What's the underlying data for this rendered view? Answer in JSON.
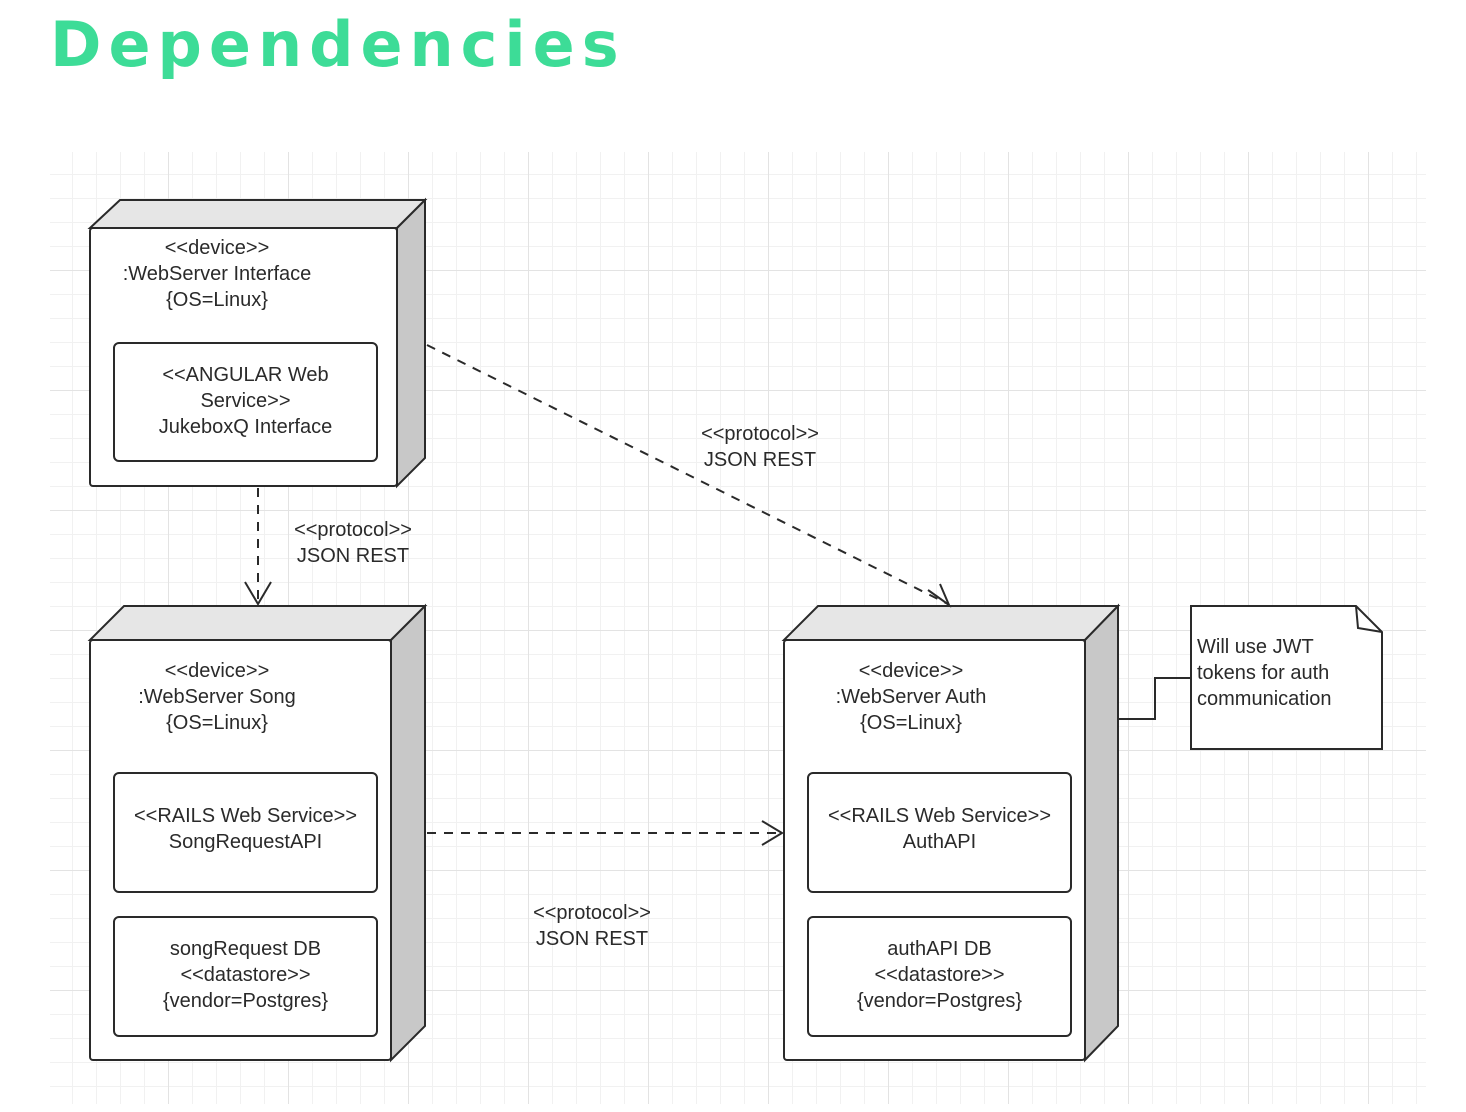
{
  "title": "Dependencies",
  "colors": {
    "title": "#3ddc97",
    "stroke": "#2a2a2a",
    "node_side": "#c8c8c8",
    "node_top": "#e6e6e6"
  },
  "nodes": {
    "interface": {
      "stereotype": "<<device>>",
      "name": ":WebServer Interface",
      "props": "{OS=Linux}",
      "components": [
        {
          "lines": [
            "<<ANGULAR Web",
            "Service>>",
            "JukeboxQ Interface"
          ]
        }
      ]
    },
    "song": {
      "stereotype": "<<device>>",
      "name": ":WebServer Song",
      "props": "{OS=Linux}",
      "components": [
        {
          "lines": [
            "<<RAILS Web Service>>",
            "SongRequestAPI"
          ]
        },
        {
          "lines": [
            "songRequest DB",
            "<<datastore>>",
            "{vendor=Postgres}"
          ]
        }
      ]
    },
    "auth": {
      "stereotype": "<<device>>",
      "name": ":WebServer Auth",
      "props": "{OS=Linux}",
      "components": [
        {
          "lines": [
            "<<RAILS Web Service>>",
            "AuthAPI"
          ]
        },
        {
          "lines": [
            "authAPI DB",
            "<<datastore>>",
            "{vendor=Postgres}"
          ]
        }
      ]
    }
  },
  "edges": {
    "interface_to_song": {
      "stereotype": "<<protocol>>",
      "label": "JSON REST"
    },
    "interface_to_auth": {
      "stereotype": "<<protocol>>",
      "label": "JSON REST"
    },
    "song_to_auth": {
      "stereotype": "<<protocol>>",
      "label": "JSON REST"
    }
  },
  "note": {
    "lines": [
      "Will use JWT",
      "tokens for auth",
      "communication"
    ]
  }
}
